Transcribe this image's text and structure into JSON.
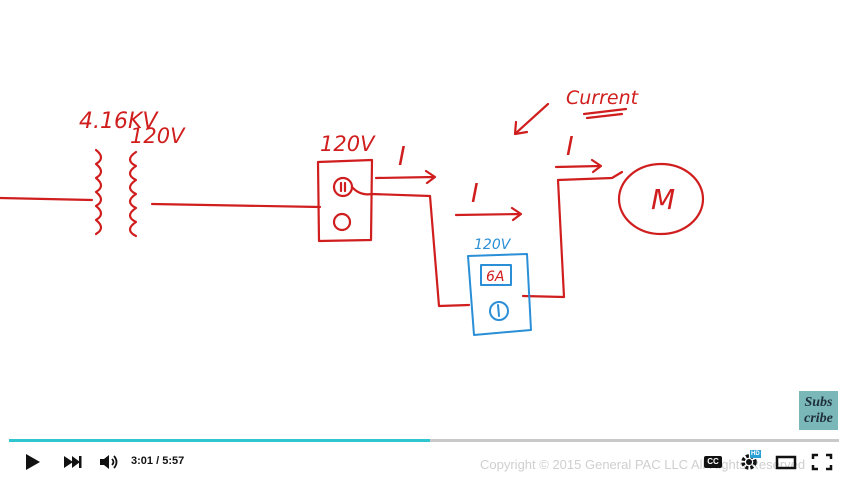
{
  "drawing": {
    "transformer_primary": "4.16KV",
    "transformer_secondary": "120V",
    "outlet_voltage": "120V",
    "meter_voltage": "120V",
    "meter_reading": "6A",
    "current_symbol": "I",
    "motor_label": "M",
    "current_label": "Current"
  },
  "subscribe": {
    "label": "Subs cribe"
  },
  "player": {
    "current_time": "3:01",
    "duration": "5:57",
    "time_separator": " / ",
    "progress": 0.507,
    "copyright": "Copyright © 2015 General PAC LLC All Rights Reserved",
    "cc_label": "CC",
    "hd_label": "HD"
  },
  "colors": {
    "ink_red": "#d01e1e",
    "ink_blue": "#2a8fd6",
    "progress_played": "#2fc6d0"
  }
}
